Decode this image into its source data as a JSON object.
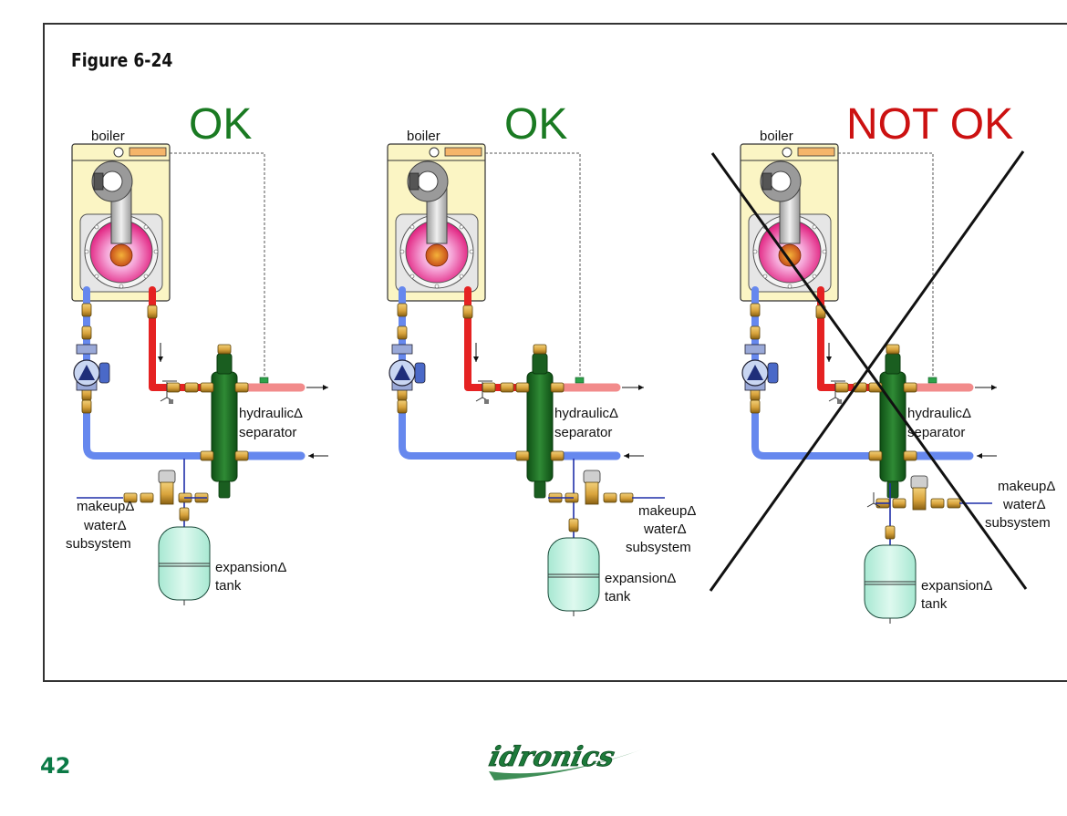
{
  "figure": {
    "title": "Figure 6-24"
  },
  "panels": [
    {
      "status": "OK",
      "status_color": "#1a7a22",
      "boiler_label": "boiler",
      "separator_label": [
        "hydraulicΔ",
        "separator"
      ],
      "makeup_label": [
        "makeupΔ",
        "waterΔ",
        "subsystem"
      ],
      "tank_label": [
        "expansionΔ",
        "tank"
      ]
    },
    {
      "status": "OK",
      "status_color": "#1a7a22",
      "boiler_label": "boiler",
      "separator_label": [
        "hydraulicΔ",
        "separator"
      ],
      "makeup_label": [
        "makeupΔ",
        "waterΔ",
        "subsystem"
      ],
      "tank_label": [
        "expansionΔ",
        "tank"
      ]
    },
    {
      "status": "NOT OK",
      "status_color": "#cc1111",
      "boiler_label": "boiler",
      "separator_label": [
        "hydraulicΔ",
        "separator"
      ],
      "makeup_label": [
        "makeupΔ",
        "waterΔ",
        "subsystem"
      ],
      "tank_label": [
        "expansionΔ",
        "tank"
      ]
    }
  ],
  "colors": {
    "supply_pipe": "#e52222",
    "supply_pipe_light": "#f28b8b",
    "return_pipe": "#6688ee",
    "separator": "#1f6b26",
    "boiler_body": "#fbf5c4",
    "tank": "#c8f5e6",
    "brass": "#d8a33c"
  },
  "footer": {
    "page_number": "42",
    "logo_text": "idronics"
  }
}
